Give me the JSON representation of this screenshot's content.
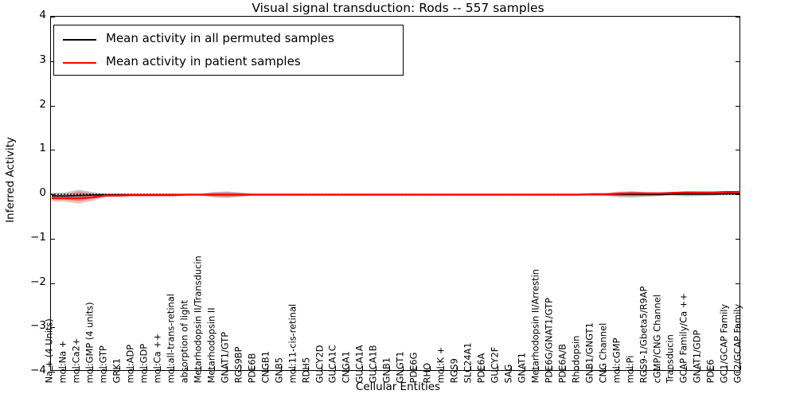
{
  "chart_data": {
    "type": "line",
    "title": "Visual signal transduction: Rods -- 557 samples",
    "xlabel": "Cellular Entities",
    "ylabel": "Inferred Activity",
    "ylim": [
      -4,
      4
    ],
    "yticks": [
      4,
      3,
      2,
      1,
      0,
      -1,
      -2,
      -3,
      -4
    ],
    "ytick_labels": [
      "4",
      "3",
      "2",
      "1",
      "0",
      "−1",
      "−2",
      "−3",
      "−4"
    ],
    "grid": false,
    "legend_position": "upper left",
    "zero_line": {
      "value": 0,
      "style": "dotted",
      "color": "#000000"
    },
    "categories": [
      "Na + (4 Units)",
      "mol:Na +",
      "mol:Ca2+",
      "mol:GMP (4 units)",
      "mol:GTP",
      "GRK1",
      "mol:ADP",
      "mol:GDP",
      "mol:Ca ++",
      "mol:all-trans-retinal",
      "absorption of light",
      "Metarhodopsin II/Transducin",
      "Metarhodopsin II",
      "GNAT1/GTP",
      "RGS9BP",
      "PDE6B",
      "CNGB1",
      "GNB5",
      "mol:11-cis-retinal",
      "RDH5",
      "GUCY2D",
      "GUCA1C",
      "CNGA1",
      "GUCA1A",
      "GUCA1B",
      "GNB1",
      "GNGT1",
      "PDE6G",
      "RHO",
      "mol:K +",
      "RGS9",
      "SLC24A1",
      "PDE6A",
      "GUCY2F",
      "SAG",
      "GNAT1",
      "Metarhodopsin II/Arrestin",
      "PDE6G/GNAT1/GTP",
      "PDE6A/B",
      "Rhodopsin",
      "GNB1/GNGT1",
      "CNG Channel",
      "mol:cGMP",
      "mol:Pi",
      "RGS9-1/Gbeta5/R9AP",
      "cGMP/CNG Channel",
      "Transducin",
      "GCAP Family/Ca ++",
      "GNAT1/GDP",
      "PDE6",
      "GC1/GCAP Family",
      "GC2/GCAP Family"
    ],
    "series": [
      {
        "name": "Mean activity in all permuted samples",
        "color": "#000000",
        "values": [
          -0.04,
          -0.04,
          -0.03,
          -0.02,
          -0.01,
          -0.01,
          -0.01,
          -0.01,
          -0.01,
          -0.01,
          -0.01,
          -0.01,
          -0.01,
          -0.01,
          -0.01,
          -0.01,
          -0.01,
          -0.01,
          -0.01,
          -0.01,
          -0.01,
          -0.01,
          -0.01,
          -0.01,
          -0.01,
          -0.01,
          -0.01,
          -0.01,
          -0.01,
          -0.01,
          -0.01,
          -0.01,
          -0.01,
          -0.01,
          -0.01,
          -0.01,
          -0.01,
          -0.01,
          -0.01,
          -0.01,
          -0.01,
          -0.01,
          -0.01,
          -0.01,
          -0.01,
          -0.01,
          0.0,
          0.0,
          0.0,
          0.0,
          0.01,
          0.01
        ],
        "band_upper": [
          0.03,
          0.04,
          0.1,
          0.05,
          0.01,
          0.01,
          0.01,
          0.01,
          0.01,
          0.01,
          0.01,
          0.01,
          0.05,
          0.06,
          0.04,
          0.01,
          0.01,
          0.01,
          0.01,
          0.01,
          0.01,
          0.01,
          0.01,
          0.01,
          0.01,
          0.01,
          0.01,
          0.01,
          0.01,
          0.01,
          0.01,
          0.01,
          0.01,
          0.01,
          0.01,
          0.01,
          0.01,
          0.01,
          0.01,
          0.01,
          0.01,
          0.01,
          0.05,
          0.06,
          0.04,
          0.02,
          0.03,
          0.05,
          0.04,
          0.03,
          0.04,
          0.04
        ],
        "band_lower": [
          -0.11,
          -0.12,
          -0.16,
          -0.1,
          -0.03,
          -0.03,
          -0.03,
          -0.03,
          -0.03,
          -0.03,
          -0.03,
          -0.03,
          -0.07,
          -0.08,
          -0.06,
          -0.03,
          -0.03,
          -0.03,
          -0.03,
          -0.03,
          -0.03,
          -0.03,
          -0.03,
          -0.03,
          -0.03,
          -0.03,
          -0.03,
          -0.03,
          -0.03,
          -0.03,
          -0.03,
          -0.03,
          -0.03,
          -0.03,
          -0.03,
          -0.03,
          -0.03,
          -0.03,
          -0.03,
          -0.03,
          -0.03,
          -0.03,
          -0.07,
          -0.08,
          -0.06,
          -0.04,
          -0.03,
          -0.05,
          -0.04,
          -0.03,
          -0.02,
          -0.02
        ]
      },
      {
        "name": "Mean activity in patient samples",
        "color": "#ff0000",
        "values": [
          -0.09,
          -0.09,
          -0.09,
          -0.07,
          -0.03,
          -0.03,
          -0.02,
          -0.02,
          -0.02,
          -0.02,
          -0.01,
          -0.01,
          -0.01,
          -0.01,
          -0.01,
          -0.01,
          -0.01,
          -0.01,
          -0.01,
          -0.01,
          -0.01,
          -0.01,
          -0.01,
          -0.01,
          -0.01,
          -0.01,
          -0.01,
          -0.01,
          -0.01,
          -0.01,
          -0.01,
          -0.01,
          -0.01,
          -0.01,
          -0.01,
          -0.01,
          -0.01,
          -0.01,
          -0.01,
          -0.01,
          0.0,
          0.0,
          0.01,
          0.02,
          0.02,
          0.02,
          0.03,
          0.04,
          0.04,
          0.04,
          0.05,
          0.05
        ],
        "band_upper": [
          -0.02,
          -0.01,
          0.06,
          0.02,
          -0.01,
          -0.01,
          -0.01,
          -0.01,
          -0.01,
          -0.01,
          -0.01,
          0.0,
          0.04,
          0.05,
          0.03,
          0.0,
          0.0,
          0.0,
          0.0,
          0.0,
          0.0,
          0.0,
          0.0,
          0.0,
          0.0,
          0.0,
          0.0,
          0.0,
          0.0,
          0.0,
          0.0,
          0.0,
          0.0,
          0.0,
          0.0,
          0.0,
          0.0,
          0.0,
          0.0,
          0.01,
          0.02,
          0.02,
          0.06,
          0.07,
          0.05,
          0.04,
          0.05,
          0.07,
          0.06,
          0.06,
          0.07,
          0.07
        ],
        "band_lower": [
          -0.16,
          -0.17,
          -0.21,
          -0.15,
          -0.06,
          -0.05,
          -0.04,
          -0.04,
          -0.03,
          -0.03,
          -0.02,
          -0.02,
          -0.06,
          -0.07,
          -0.05,
          -0.02,
          -0.02,
          -0.02,
          -0.02,
          -0.02,
          -0.02,
          -0.02,
          -0.02,
          -0.02,
          -0.02,
          -0.02,
          -0.02,
          -0.02,
          -0.02,
          -0.02,
          -0.02,
          -0.02,
          -0.02,
          -0.02,
          -0.02,
          -0.02,
          -0.02,
          -0.02,
          -0.02,
          -0.02,
          -0.02,
          -0.02,
          -0.03,
          -0.03,
          -0.02,
          0.0,
          0.01,
          0.01,
          0.02,
          0.02,
          0.03,
          0.03
        ]
      }
    ]
  },
  "legend": {
    "entries": [
      {
        "label": "Mean activity in all permuted samples",
        "color": "#000000"
      },
      {
        "label": "Mean activity in patient samples",
        "color": "#ff0000"
      }
    ]
  }
}
